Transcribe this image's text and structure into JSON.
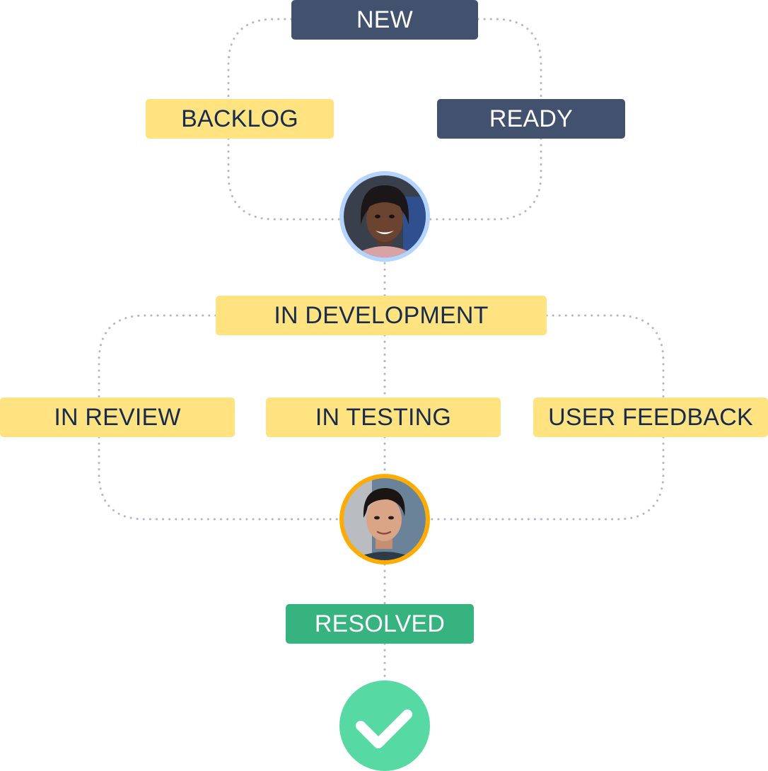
{
  "statuses": {
    "new": "NEW",
    "backlog": "BACKLOG",
    "ready": "READY",
    "in_development": "IN DEVELOPMENT",
    "in_review": "IN REVIEW",
    "in_testing": "IN TESTING",
    "user_feedback": "USER FEEDBACK",
    "resolved": "RESOLVED"
  },
  "colors": {
    "dark_status": "#42526e",
    "yellow_status": "#ffe380",
    "green_status": "#36b37e",
    "check": "#57d9a3",
    "avatar_ring_top": "#b3d4ff",
    "avatar_ring_bottom": "#ffab00",
    "connector": "#b3b6bf"
  },
  "icons": {
    "top_avatar": "user-avatar",
    "bottom_avatar": "user-avatar",
    "completion": "checkmark-icon"
  }
}
